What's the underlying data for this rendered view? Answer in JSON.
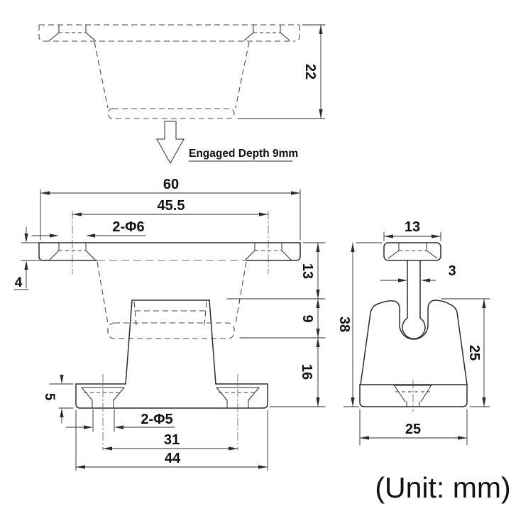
{
  "drawing": {
    "unit_note": "(Unit: mm)",
    "top_view": {
      "height_dim": "22",
      "engaged_note": "Engaged Depth 9mm"
    },
    "front_view": {
      "overall_width": "60",
      "hole_spacing_top": "45.5",
      "top_holes": "2-Φ6",
      "flange_thickness": "4",
      "upper_height": "13",
      "engaged_depth": "9",
      "lower_height": "16",
      "base_thickness": "5",
      "base_holes": "2-Φ5",
      "base_hole_spacing": "31",
      "base_width": "44"
    },
    "side_view": {
      "head_width": "13",
      "stem_width": "3",
      "total_height": "38",
      "body_height": "25",
      "base_width": "25"
    },
    "colors": {
      "line": "#2b2b2b",
      "hidden_line": "#4a4a4a",
      "text": "#111111",
      "background": "#ffffff"
    }
  }
}
